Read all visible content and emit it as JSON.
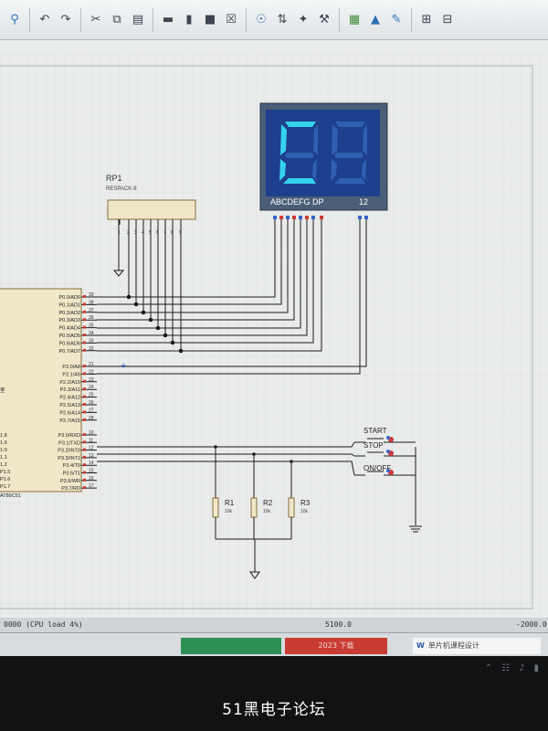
{
  "toolbar": {
    "icons": [
      "zoom-icon",
      "undo-icon",
      "redo-icon",
      "cut-icon",
      "copy-icon",
      "paste-icon",
      "block-copy-icon",
      "block-move-icon",
      "block-rotate-icon",
      "block-delete-icon",
      "pick-device-icon",
      "make-device-icon",
      "packaging-icon",
      "decompose-icon",
      "wire-autorouter-icon",
      "search-tag-icon",
      "property-assign-icon",
      "new-sheet-icon",
      "remove-sheet-icon"
    ]
  },
  "schematic": {
    "display": {
      "digit_segments": [
        "A",
        "B",
        "C",
        "D",
        "E",
        "F",
        "G",
        "DP"
      ],
      "digits": "12",
      "shown_char": "C"
    },
    "rp1": {
      "name": "RP1",
      "type": "RESPACK-8",
      "pins": [
        "1",
        "2",
        "3",
        "4",
        "5",
        "6",
        "7",
        "8",
        "9"
      ]
    },
    "mcu": {
      "left_labels": [
        "室",
        "1.8",
        "1.9",
        "1.0",
        "1.1",
        "1.2",
        "P1.5",
        "P1.6",
        "P1.7",
        "AT89C51"
      ],
      "port0_pins": [
        {
          "label": "P0.0/AD0",
          "num": "39"
        },
        {
          "label": "P0.1/AD1",
          "num": "38"
        },
        {
          "label": "P0.2/AD2",
          "num": "37"
        },
        {
          "label": "P0.3/AD3",
          "num": "36"
        },
        {
          "label": "P0.4/AD4",
          "num": "35"
        },
        {
          "label": "P0.5/AD5",
          "num": "34"
        },
        {
          "label": "P0.6/AD6",
          "num": "33"
        },
        {
          "label": "P0.7/AD7",
          "num": "32"
        }
      ],
      "port2_pins": [
        {
          "label": "P2.0/A8",
          "num": "21"
        },
        {
          "label": "P2.1/A9",
          "num": "22"
        },
        {
          "label": "P2.2/A10",
          "num": "23"
        },
        {
          "label": "P2.3/A11",
          "num": "24"
        },
        {
          "label": "P2.4/A12",
          "num": "25"
        },
        {
          "label": "P2.5/A13",
          "num": "26"
        },
        {
          "label": "P2.6/A14",
          "num": "27"
        },
        {
          "label": "P2.7/A15",
          "num": "28"
        }
      ],
      "port3_pins": [
        {
          "label": "P3.0/RXD",
          "num": "10"
        },
        {
          "label": "P3.1/TXD",
          "num": "11"
        },
        {
          "label": "P3.2/INT0",
          "num": "12"
        },
        {
          "label": "P3.3/INT1",
          "num": "13"
        },
        {
          "label": "P3.4/T0",
          "num": "14"
        },
        {
          "label": "P3.5/T1",
          "num": "15"
        },
        {
          "label": "P3.6/WR",
          "num": "16"
        },
        {
          "label": "P3.7/RD",
          "num": "17"
        }
      ]
    },
    "switches": [
      {
        "name": "START"
      },
      {
        "name": "STOP"
      },
      {
        "name": "ON/OFF"
      }
    ],
    "resistors": [
      {
        "name": "R1",
        "value": "10k"
      },
      {
        "name": "R2",
        "value": "10k"
      },
      {
        "name": "R3",
        "value": "10k"
      }
    ]
  },
  "status_bar": {
    "left": "0000 (CPU load 4%)",
    "center": "5100.0",
    "right": "-2000.0"
  },
  "sim_bar": {
    "red_button": "2023 下载",
    "taskbar_item": "单片机课程设计"
  },
  "watermark": "51黑电子论坛",
  "colors": {
    "display_bg": "#1d3f8c",
    "segment_on": "#35d2ee",
    "segment_off": "#2f5fb0",
    "wire": "#1a1a1a",
    "grid": "#d6dbd8"
  }
}
